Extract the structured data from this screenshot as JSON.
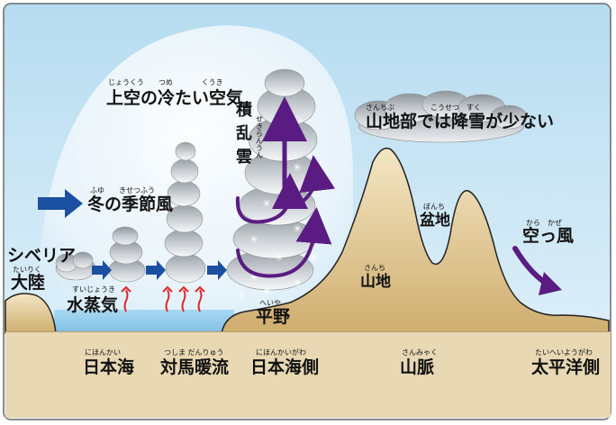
{
  "diagram": {
    "sky_labels": {
      "cold_air": {
        "text": "上空の冷たい空気",
        "ruby": "じょうくう　　つめ　　　　くうき"
      },
      "cumulonimbus": {
        "chars": [
          "積",
          "乱",
          "雲"
        ],
        "ruby": "せきらんうん"
      },
      "mountain_area": {
        "text": "山地部では降雪が少ない",
        "ruby": "さんちぶ　　　　　こうせつ　すく"
      },
      "winter_monsoon": {
        "text": "冬の季節風",
        "ruby": "ふゆ　　きせつふう"
      },
      "siberia": {
        "line1": "シベリア",
        "line2": "大陸",
        "ruby": "たいりく"
      },
      "water_vapor": {
        "text": "水蒸気",
        "ruby": "すいじょうき"
      },
      "plain": {
        "text": "平野",
        "ruby": "へいや"
      },
      "basin": {
        "text": "盆地",
        "ruby": "ぼんち"
      },
      "mountains": {
        "text": "山地",
        "ruby": "さんち"
      },
      "dry_wind": {
        "text": "空っ風",
        "ruby": "から　かぜ"
      }
    },
    "ground_labels": [
      {
        "text": "日本海",
        "ruby": "にほんかい"
      },
      {
        "text": "対馬暖流",
        "ruby": "つしま だんりゅう"
      },
      {
        "text": "日本海側",
        "ruby": "にほんかいがわ"
      },
      {
        "text": "山脈",
        "ruby": "さんみゃく"
      },
      {
        "text": "太平洋側",
        "ruby": "たいへいようがわ"
      }
    ],
    "colors": {
      "sky": "#c8e4f4",
      "sea": "#9cd0ee",
      "land": "#dcc28e",
      "ground_band": "#e8d8b4",
      "arrow_blue": "#1b4fa0",
      "arrow_purple": "#5a1c82",
      "vapor_red": "#e0242a"
    }
  }
}
